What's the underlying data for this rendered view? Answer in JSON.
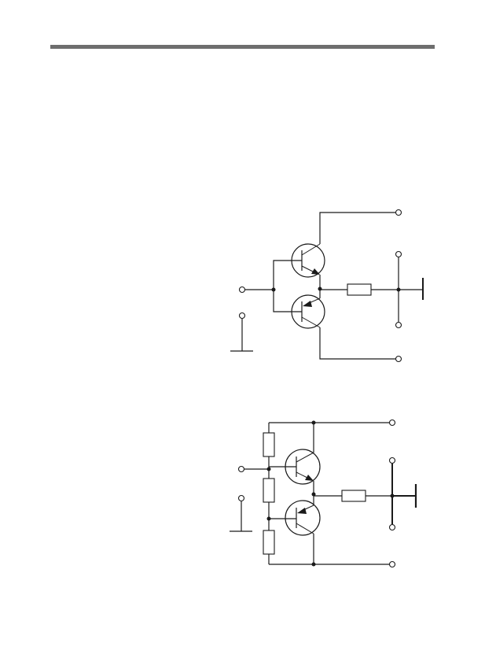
{
  "page": {
    "rule_color": "#6e6e6e",
    "ink_color": "#1a1a1a"
  },
  "figures": [
    {
      "id": "complementary-follower",
      "components": [
        "npn-transistor",
        "pnp-transistor",
        "resistor",
        "terminals",
        "ground-symbols"
      ]
    },
    {
      "id": "biased-complementary-follower",
      "components": [
        "npn-transistor",
        "pnp-transistor",
        "resistor",
        "bias-resistors",
        "terminals",
        "ground-symbols"
      ]
    }
  ]
}
